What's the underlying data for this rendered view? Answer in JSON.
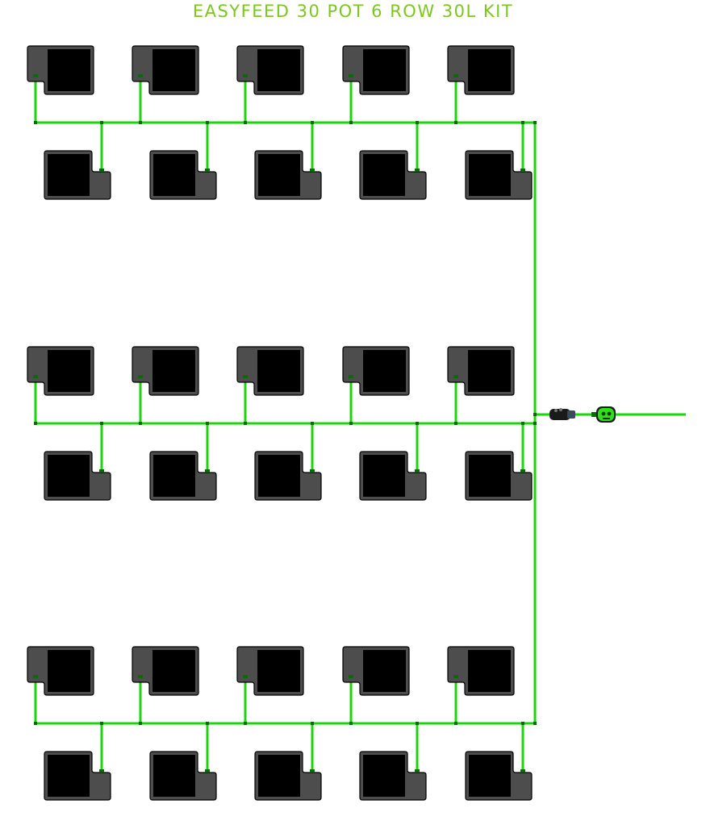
{
  "title": "EASYFEED 30 POT 6 ROW 30L KIT",
  "colors": {
    "title": "#7dc61e",
    "pipe": "#1bd60b",
    "pot_outer": "#4d4d4d",
    "pot_inner": "#000000",
    "pot_stroke": "#000000",
    "connector": "#1a1a1a",
    "background": "#ffffff"
  },
  "layout": {
    "row_count": 6,
    "pots_per_row": 5,
    "total_pots": 30,
    "upper_row_tab_side": "left",
    "lower_row_tab_side": "right"
  },
  "components": {
    "pot_icon": "pot-icon",
    "feed_line_icon": "feed-line-pipe",
    "filter_icon": "inline-filter-icon",
    "tap_connector_icon": "green-tap-connector-icon"
  }
}
